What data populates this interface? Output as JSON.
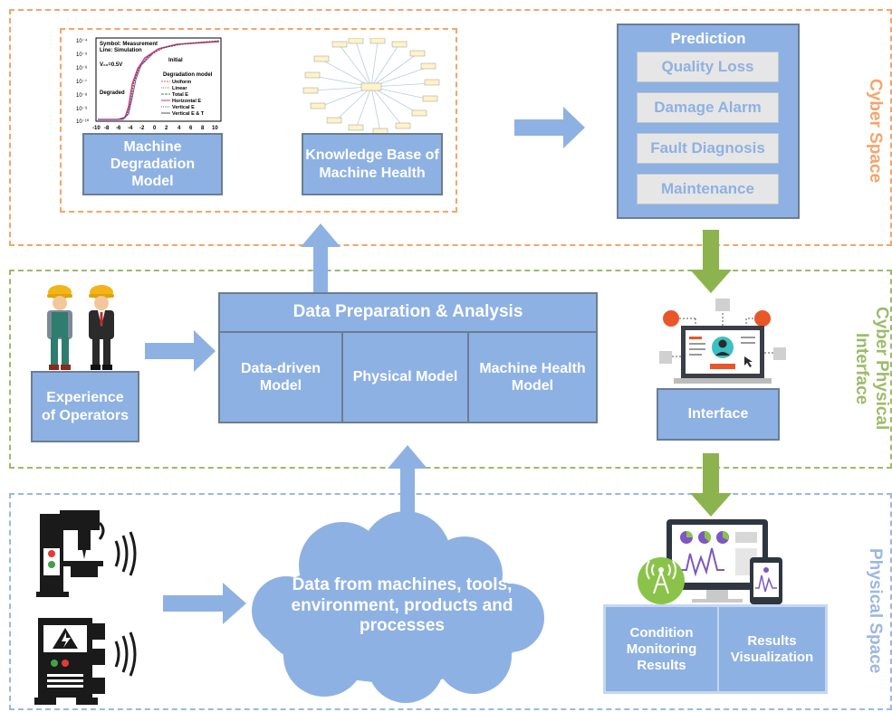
{
  "zones": {
    "cyber_space": "Cyber Space",
    "cyber_physical_interface": "Cyber Physical Interface",
    "physical_space": "Physical Space"
  },
  "degradation_plot": {
    "legend_title": "Symbol: Measurement",
    "legend_subtitle": "Line: Simulation",
    "condition": "V₀₀=0.5V",
    "initial_label": "Initial",
    "degraded_label": "Degraded",
    "model_legend_title": "Degradation model",
    "model_legend": [
      "Uniform",
      "Linear",
      "Total E",
      "Horizontal E",
      "Vertical E",
      "Vertical E & T"
    ],
    "y_ticks": [
      "10⁻⁴",
      "10⁻⁵",
      "10⁻⁶",
      "10⁻⁷",
      "10⁻⁸",
      "10⁻⁹",
      "10⁻¹⁰"
    ],
    "x_ticks": [
      "-10",
      "-8",
      "-6",
      "-4",
      "-2",
      "0",
      "2",
      "4",
      "6",
      "8",
      "10"
    ]
  },
  "machine_degradation_model": "Machine Degradation Model",
  "knowledge_base": "Knowledge Base of Machine Health",
  "prediction": {
    "title": "Prediction",
    "items": [
      "Quality Loss",
      "Damage Alarm",
      "Fault Diagnosis",
      "Maintenance"
    ]
  },
  "experience_of_operators": "Experience of Operators",
  "data_preparation": {
    "title": "Data Preparation & Analysis",
    "models": [
      "Data-driven Model",
      "Physical Model",
      "Machine Health Model"
    ]
  },
  "interface": "Interface",
  "data_sources": "Data from machines, tools, environment, products and processes",
  "condition_monitoring_results": "Condition Monitoring Results",
  "results_visualization": "Results Visualization",
  "colors": {
    "box_fill": "#8eb1e3",
    "box_border": "#6b7d95",
    "arrow_blue": "#8eb1e3",
    "arrow_green": "#8db34f",
    "cyber_dash": "#f4a56b",
    "cpi_dash": "#9dbb6a",
    "phys_dash": "#9db7e0"
  }
}
